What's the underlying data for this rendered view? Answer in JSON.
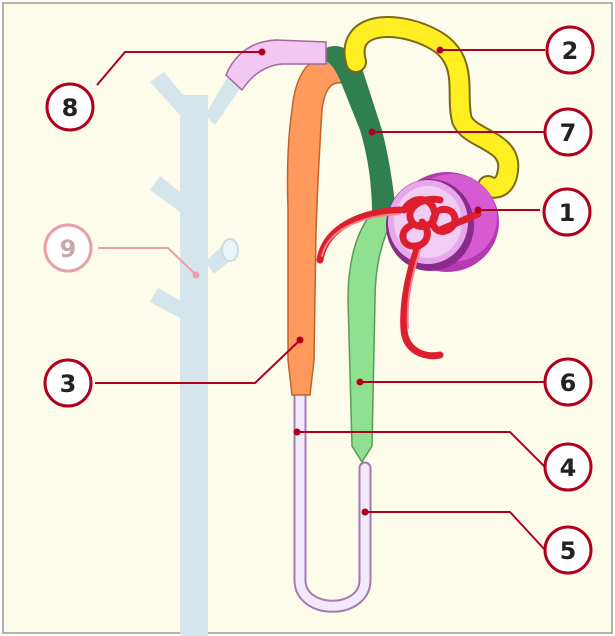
{
  "labels": [
    {
      "id": "1",
      "text": "1"
    },
    {
      "id": "2",
      "text": "2"
    },
    {
      "id": "3",
      "text": "3"
    },
    {
      "id": "4",
      "text": "4"
    },
    {
      "id": "5",
      "text": "5"
    },
    {
      "id": "6",
      "text": "6"
    },
    {
      "id": "7",
      "text": "7"
    },
    {
      "id": "8",
      "text": "8"
    },
    {
      "id": "9",
      "text": "9"
    }
  ],
  "colors": {
    "background": "#fdfbea",
    "label_stroke": "#b0001c",
    "label_stroke_faded": "#e08a98",
    "collecting_duct": "#d4e6ec",
    "proximal_tubule": "#ff9a5c",
    "distal_tubule": "#2f7f4f",
    "thick_ascending_limb": "#8fe08f",
    "thin_limb": "#f4e8fb",
    "connecting_tubule": "#f2c7f2",
    "afferent_efferent": "#ffee22",
    "glomerulus_capsule": "#d040c0",
    "capillary": "#dd1e2e"
  }
}
